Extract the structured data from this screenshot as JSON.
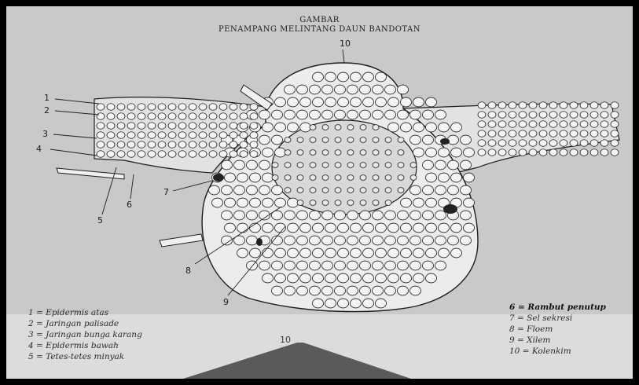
{
  "title": {
    "line1": "GAMBAR",
    "line2": "PENAMPANG MELINTANG DAUN BANDOTAN"
  },
  "callouts": [
    {
      "id": "n10top",
      "text": "10"
    },
    {
      "id": "n1",
      "text": "1"
    },
    {
      "id": "n2",
      "text": "2"
    },
    {
      "id": "n3",
      "text": "3"
    },
    {
      "id": "n4",
      "text": "4"
    },
    {
      "id": "n5",
      "text": "5"
    },
    {
      "id": "n6",
      "text": "6"
    },
    {
      "id": "n7",
      "text": "7"
    },
    {
      "id": "n8",
      "text": "8"
    },
    {
      "id": "n9",
      "text": "9"
    }
  ],
  "legend_left": [
    {
      "text": "1 = Epidermis atas",
      "bold": false
    },
    {
      "text": "2 = Jaringan palisade",
      "bold": false
    },
    {
      "text": "3 = Jaringan bunga karang",
      "bold": false
    },
    {
      "text": "4 = Epidermis bawah",
      "bold": false
    },
    {
      "text": "5 = Tetes-tetes minyak",
      "bold": false
    }
  ],
  "legend_right": [
    {
      "text": "6 = Rambut penutup",
      "bold": true
    },
    {
      "text": "7 = Sel sekresi",
      "bold": false
    },
    {
      "text": "8 = Floem",
      "bold": false
    },
    {
      "text": "9 = Xilem",
      "bold": false
    },
    {
      "text": "10 = Kolenkim",
      "bold": false
    }
  ],
  "bottom_label": "10",
  "colors": {
    "paper": "#c9c9c9",
    "ink": "#1e1e1e",
    "cell_fill": "#f4f4f4",
    "dark_spot": "#222222"
  }
}
